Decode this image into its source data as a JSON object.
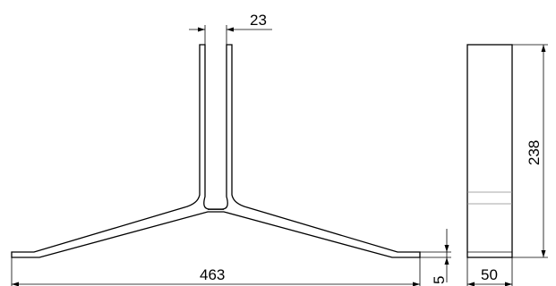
{
  "drawing": {
    "line_color": "#000000",
    "background_color": "#ffffff",
    "dimensions": {
      "slot_width": "23",
      "total_length": "463",
      "base_thickness": "5",
      "side_width": "50",
      "side_height": "238"
    }
  }
}
